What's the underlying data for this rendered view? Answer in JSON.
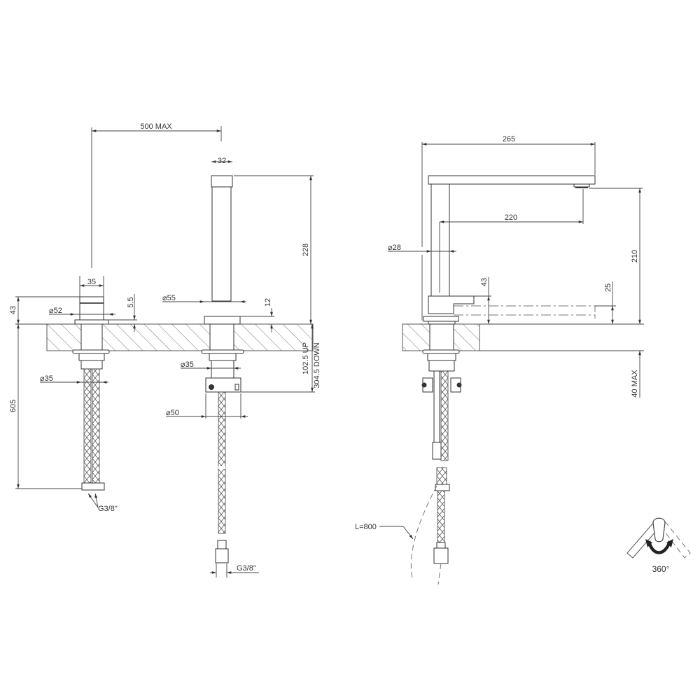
{
  "drawing": {
    "colors": {
      "line": "#444444",
      "background": "#ffffff",
      "text": "#333333"
    },
    "left_view": {
      "spout_reach": "500 MAX",
      "spout_width": "32",
      "spout_height": "228",
      "spout_base_diameter": "⌀55",
      "spout_base_height": "12",
      "spout_below_counter": "102.5 UP",
      "spout_below_counter_down": "304.5 DOWN",
      "spout_shank_diameter": "⌀35",
      "spout_block_diameter": "⌀50",
      "spout_hose_thread": "G3/8\"",
      "valve_width": "35",
      "valve_height": "43",
      "valve_flange_diameter": "⌀52",
      "valve_flange_height": "5.5",
      "valve_shank_diameter": "⌀35",
      "valve_hose_length": "605",
      "valve_hose_thread": "G3/8\""
    },
    "right_view": {
      "overall_reach": "265",
      "spout_reach": "220",
      "body_diameter": "⌀28",
      "lever_height": "43",
      "lever_down_height": "25",
      "spout_height": "210",
      "counter_thickness": "40 MAX",
      "hose_length": "L=800"
    },
    "rotation_icon": {
      "label": "360°"
    }
  }
}
